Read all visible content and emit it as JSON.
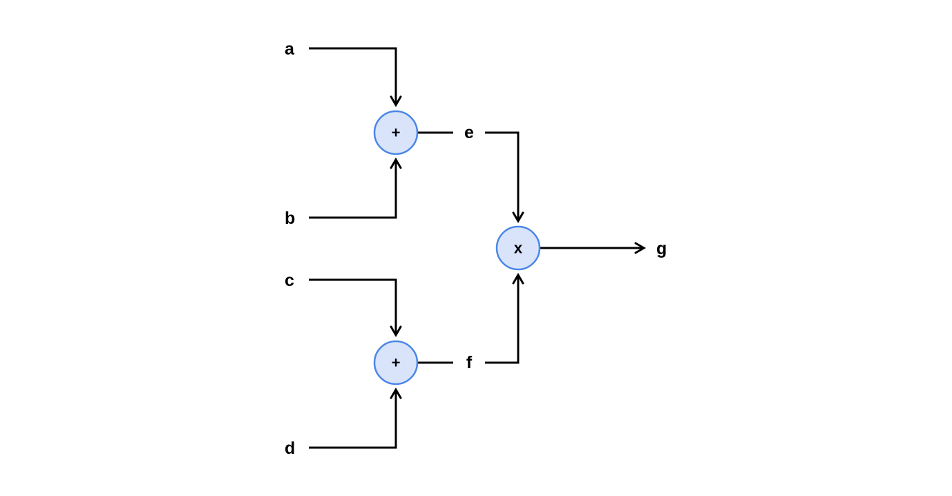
{
  "diagram": {
    "type": "dataflow-graph",
    "inputs": [
      {
        "id": "a",
        "label": "a"
      },
      {
        "id": "b",
        "label": "b"
      },
      {
        "id": "c",
        "label": "c"
      },
      {
        "id": "d",
        "label": "d"
      }
    ],
    "nodes": [
      {
        "id": "add1",
        "op": "add",
        "label": "+"
      },
      {
        "id": "add2",
        "op": "add",
        "label": "+"
      },
      {
        "id": "mul",
        "op": "multiply",
        "label": "x"
      }
    ],
    "intermediate_labels": [
      {
        "id": "e",
        "label": "e"
      },
      {
        "id": "f",
        "label": "f"
      }
    ],
    "output": {
      "id": "g",
      "label": "g"
    },
    "edges": [
      {
        "from": "a",
        "to": "add1"
      },
      {
        "from": "b",
        "to": "add1"
      },
      {
        "from": "add1",
        "to": "mul",
        "via": "e"
      },
      {
        "from": "c",
        "to": "add2"
      },
      {
        "from": "d",
        "to": "add2"
      },
      {
        "from": "add2",
        "to": "mul",
        "via": "f"
      },
      {
        "from": "mul",
        "to": "g"
      }
    ],
    "colors": {
      "node_fill": "#d9e4fa",
      "node_stroke": "#4a86e8",
      "line": "#000000",
      "text": "#000000",
      "background": "#ffffff"
    }
  }
}
